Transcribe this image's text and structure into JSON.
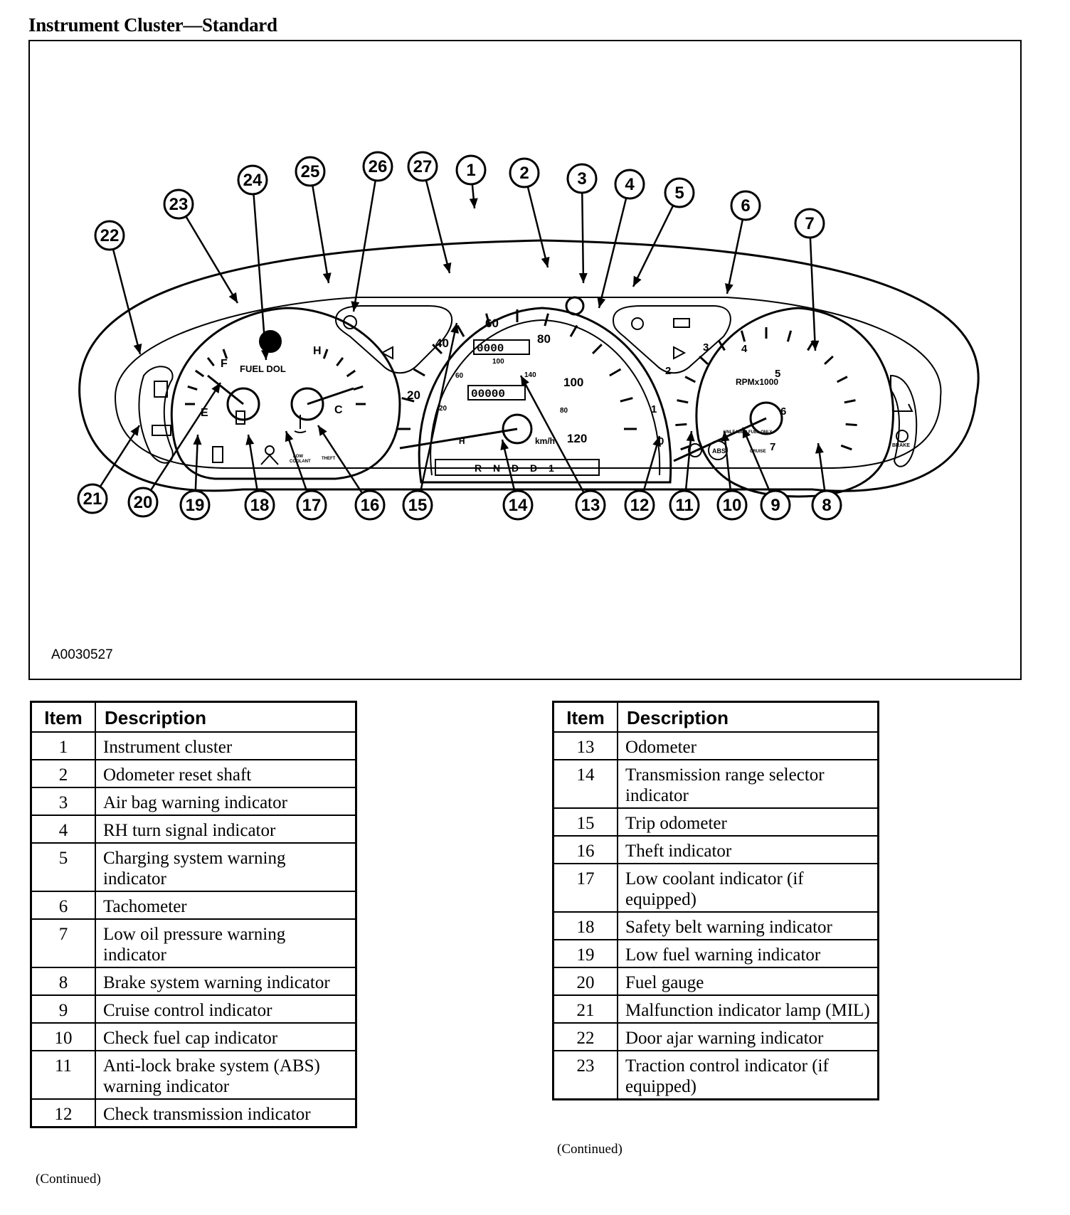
{
  "title": "Instrument Cluster—Standard",
  "figure_id": "A0030527",
  "gauges": {
    "fuel": {
      "full": "F",
      "empty": "E",
      "label": "FUEL DOL"
    },
    "temp": {
      "hot": "H",
      "cold": "C"
    },
    "speedo": {
      "mph_ticks": [
        "20",
        "40",
        "60",
        "80",
        "100",
        "120"
      ],
      "kmh_ticks": [
        "20",
        "60",
        "100",
        "140",
        "80"
      ],
      "trip_odometer": "0000",
      "odometer": "00000",
      "left_unit": "'H",
      "right_unit": "km/h"
    },
    "prndl": "R N D D 1",
    "tach": {
      "ticks": [
        "0",
        "1",
        "2",
        "3",
        "4",
        "5",
        "6",
        "7"
      ],
      "label": "RPMx1000",
      "sublabel": "UNLEADED FUEL ONLY"
    },
    "small_labels": {
      "low_coolant_1": "LOW",
      "low_coolant_2": "COOLANT",
      "theft": "THEFT",
      "cruise": "CRUISE",
      "brake": "BRAKE",
      "abs": "ABS"
    }
  },
  "callouts": [
    "1",
    "2",
    "3",
    "4",
    "5",
    "6",
    "7",
    "8",
    "9",
    "10",
    "11",
    "12",
    "13",
    "14",
    "15",
    "16",
    "17",
    "18",
    "19",
    "20",
    "21",
    "22",
    "23",
    "24",
    "25",
    "26",
    "27"
  ],
  "tables": {
    "header_item": "Item",
    "header_description": "Description",
    "left": [
      {
        "item": "1",
        "description": "Instrument cluster"
      },
      {
        "item": "2",
        "description": "Odometer reset shaft"
      },
      {
        "item": "3",
        "description": "Air bag warning indicator"
      },
      {
        "item": "4",
        "description": "RH turn signal indicator"
      },
      {
        "item": "5",
        "description": "Charging system warning indicator"
      },
      {
        "item": "6",
        "description": "Tachometer"
      },
      {
        "item": "7",
        "description": "Low oil pressure warning indicator"
      },
      {
        "item": "8",
        "description": "Brake system warning indicator"
      },
      {
        "item": "9",
        "description": "Cruise control indicator"
      },
      {
        "item": "10",
        "description": "Check fuel cap indicator"
      },
      {
        "item": "11",
        "description": "Anti-lock brake system (ABS) warning indicator"
      },
      {
        "item": "12",
        "description": "Check transmission indicator"
      }
    ],
    "right": [
      {
        "item": "13",
        "description": "Odometer"
      },
      {
        "item": "14",
        "description": "Transmission range selector indicator"
      },
      {
        "item": "15",
        "description": "Trip odometer"
      },
      {
        "item": "16",
        "description": "Theft indicator"
      },
      {
        "item": "17",
        "description": "Low coolant indicator (if equipped)"
      },
      {
        "item": "18",
        "description": "Safety belt warning indicator"
      },
      {
        "item": "19",
        "description": "Low fuel warning indicator"
      },
      {
        "item": "20",
        "description": "Fuel gauge"
      },
      {
        "item": "21",
        "description": "Malfunction indicator lamp (MIL)"
      },
      {
        "item": "22",
        "description": "Door ajar warning indicator"
      },
      {
        "item": "23",
        "description": "Traction control indicator (if equipped)"
      }
    ],
    "continued": "(Continued)"
  }
}
